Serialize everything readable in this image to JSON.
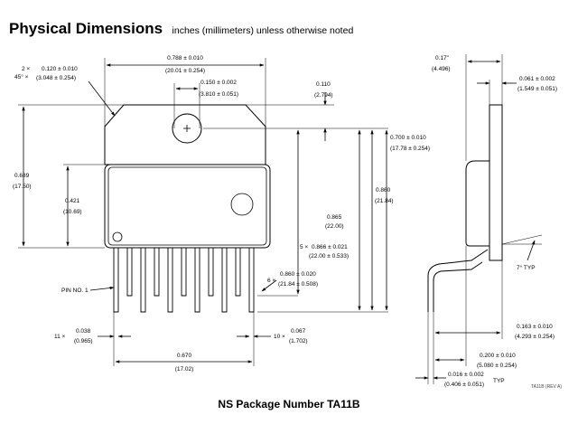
{
  "header": {
    "title": "Physical Dimensions",
    "subtitle": "inches (millimeters) unless otherwise noted"
  },
  "footer": {
    "package_label": "NS Package Number TA11B",
    "revision": "TA11B (REV A)"
  },
  "dimensions": {
    "chamfer_count": "2 ×",
    "chamfer_angle": "45° ×",
    "chamfer_in": "0.120 ± 0.010",
    "chamfer_mm": "(3.048 ± 0.254)",
    "body_width_in": "0.788 ± 0.010",
    "body_width_mm": "(20.01 ± 0.254)",
    "hole_dia_in": "0.150 ± 0.002",
    "hole_dia_mm": "(3.810 ± 0.051)",
    "tab_to_hole_in": "0.110",
    "tab_to_hole_mm": "(2.794)",
    "height_in": "0.689",
    "height_mm": "(17.50)",
    "body_height_in": "0.421",
    "body_height_mm": "(10.69)",
    "row_mult": "5 ×",
    "row_in": "0.866 ± 0.021",
    "row_mm": "(22.00 ± 0.533)",
    "lead_len_in": "0.865",
    "lead_len_mm": "(22.00)",
    "lead_short_in": "0.860",
    "lead_short_mm": "(21.84)",
    "row2_mult": "6 ×",
    "row2_in": "0.860 ± 0.020",
    "row2_mm": "(21.84 ± 0.508)",
    "stand_in": "0.700 ± 0.010",
    "stand_mm": "(17.78 ± 0.254)",
    "pin_label": "PIN NO. 1",
    "lead_w_mult": "11 ×",
    "lead_w_in": "0.038",
    "lead_w_mm": "(0.965)",
    "pitch_mult": "10 ×",
    "pitch_in": "0.067",
    "pitch_mm": "(1.702)",
    "span_in": "0.670",
    "span_mm": "(17.02)",
    "side_thick_in": "0.17\"",
    "side_thick_mm": "(4.496)",
    "tab_thick_in": "0.061 ± 0.002",
    "tab_thick_mm": "(1.549 ± 0.051)",
    "angle_label": "7° TYP",
    "offset_in": "0.163 ± 0.010",
    "offset_mm": "(4.293 ± 0.254)",
    "foot_in": "0.200 ± 0.010",
    "foot_mm": "(5.080 ± 0.254)",
    "lead_thick_in": "0.016 ± 0.002",
    "lead_thick_mm": "(0.406 ± 0.051)",
    "typ": "TYP"
  }
}
